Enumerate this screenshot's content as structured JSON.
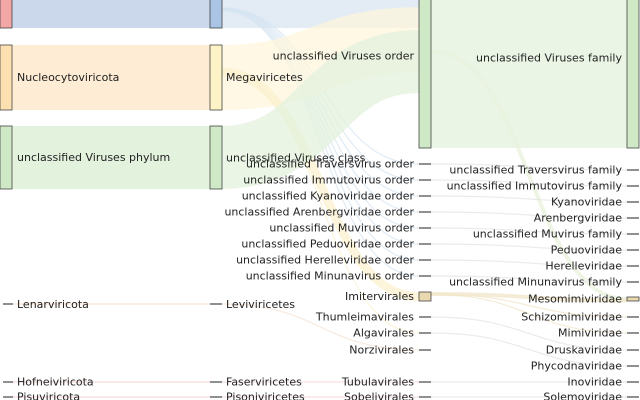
{
  "diagram": {
    "type": "sankey",
    "columns": [
      {
        "nodes": [
          {
            "id": "c0n0",
            "label": "",
            "color": "#f2a6a6"
          },
          {
            "id": "c0n1",
            "label": "Nucleocytoviricota",
            "color": "#fde0b2"
          },
          {
            "id": "c0n2",
            "label": "unclassified Viruses phylum",
            "color": "#cfe9c6"
          },
          {
            "id": "c0n3",
            "label": "Lenarviricota",
            "color": "#f4c7a6"
          },
          {
            "id": "c0n4",
            "label": "Hofneiviricota",
            "color": "#f2b3b3"
          },
          {
            "id": "c0n5",
            "label": "Pisuviricota",
            "color": "#f2b3b3"
          }
        ]
      },
      {
        "nodes": [
          {
            "id": "c1n0",
            "label": "",
            "color": "#a9c4e4"
          },
          {
            "id": "c1n1",
            "label": "Megaviricetes",
            "color": "#fdf3c6"
          },
          {
            "id": "c1n2",
            "label": "unclassified Viruses class",
            "color": "#cfe9c6"
          },
          {
            "id": "c1n3",
            "label": "Leviviricetes",
            "color": "#f4c7a6"
          },
          {
            "id": "c1n4",
            "label": "Faserviricetes",
            "color": "#f2b3b3"
          },
          {
            "id": "c1n5",
            "label": "Pisoniviricetes",
            "color": "#f2b3b3"
          }
        ]
      },
      {
        "nodes": [
          {
            "id": "c2n0",
            "label": "unclassified Viruses order",
            "color": "#cfe9c6"
          },
          {
            "id": "c2n1",
            "label": "unclassified Traversvirus order",
            "color": "#cccccc"
          },
          {
            "id": "c2n2",
            "label": "unclassified Immutovirus order",
            "color": "#cccccc"
          },
          {
            "id": "c2n3",
            "label": "unclassified Kyanoviridae order",
            "color": "#cccccc"
          },
          {
            "id": "c2n4",
            "label": "unclassified Arenbergviridae order",
            "color": "#cccccc"
          },
          {
            "id": "c2n5",
            "label": "unclassified Muvirus order",
            "color": "#cccccc"
          },
          {
            "id": "c2n6",
            "label": "unclassified Peduoviridae order",
            "color": "#cccccc"
          },
          {
            "id": "c2n7",
            "label": "unclassified Herelleviridae order",
            "color": "#cccccc"
          },
          {
            "id": "c2n8",
            "label": "unclassified Minunavirus order",
            "color": "#cccccc"
          },
          {
            "id": "c2n9",
            "label": "Imitervirales",
            "color": "#ead9b0"
          },
          {
            "id": "c2n10",
            "label": "Thumleimavirales",
            "color": "#cccccc"
          },
          {
            "id": "c2n11",
            "label": "Algavirales",
            "color": "#cccccc"
          },
          {
            "id": "c2n12",
            "label": "Norzivirales",
            "color": "#cccccc"
          },
          {
            "id": "c2n13",
            "label": "Tubulavirales",
            "color": "#cccccc"
          },
          {
            "id": "c2n14",
            "label": "Sobelivirales",
            "color": "#cccccc"
          }
        ]
      },
      {
        "nodes": [
          {
            "id": "c3n0",
            "label": "unclassified Viruses family",
            "color": "#cfe9c6"
          },
          {
            "id": "c3n1",
            "label": "unclassified Traversvirus family",
            "color": "#cccccc"
          },
          {
            "id": "c3n2",
            "label": "unclassified Immutovirus family",
            "color": "#cccccc"
          },
          {
            "id": "c3n3",
            "label": "Kyanoviridae",
            "color": "#cccccc"
          },
          {
            "id": "c3n4",
            "label": "Arenbergviridae",
            "color": "#cccccc"
          },
          {
            "id": "c3n5",
            "label": "unclassified Muvirus family",
            "color": "#cccccc"
          },
          {
            "id": "c3n6",
            "label": "Peduoviridae",
            "color": "#cccccc"
          },
          {
            "id": "c3n7",
            "label": "Herelleviridae",
            "color": "#cccccc"
          },
          {
            "id": "c3n8",
            "label": "unclassified Minunavirus family",
            "color": "#cccccc"
          },
          {
            "id": "c3n9",
            "label": "Mesomimiviridae",
            "color": "#ead9b0"
          },
          {
            "id": "c3n10",
            "label": "Schizomimiviridae",
            "color": "#cccccc"
          },
          {
            "id": "c3n11",
            "label": "Mimiviridae",
            "color": "#cccccc"
          },
          {
            "id": "c3n12",
            "label": "Druskaviridae",
            "color": "#cccccc"
          },
          {
            "id": "c3n13",
            "label": "Phycodnaviridae",
            "color": "#cccccc"
          },
          {
            "id": "c3n14",
            "label": "Inoviridae",
            "color": "#cccccc"
          },
          {
            "id": "c3n15",
            "label": "Solemoviridae",
            "color": "#cccccc"
          }
        ]
      }
    ],
    "links": [
      {
        "from": "c0n0",
        "to": "c1n0",
        "color": "#b9cbe6"
      },
      {
        "from": "c0n1",
        "to": "c1n1",
        "color": "#fde7c6"
      },
      {
        "from": "c0n2",
        "to": "c1n2",
        "color": "#d9eed2"
      },
      {
        "from": "c0n3",
        "to": "c1n3",
        "color": "#f6dcc8"
      },
      {
        "from": "c0n4",
        "to": "c1n4",
        "color": "#f3cccc"
      },
      {
        "from": "c0n5",
        "to": "c1n5",
        "color": "#f3cccc"
      },
      {
        "from": "c1n0",
        "to": "c2n0",
        "color": "#d9e6f2"
      },
      {
        "from": "c1n0",
        "to": "c2n1",
        "color": "#d6e4f2"
      },
      {
        "from": "c1n0",
        "to": "c2n2",
        "color": "#d6e4f2"
      },
      {
        "from": "c1n0",
        "to": "c2n3",
        "color": "#d6e4f2"
      },
      {
        "from": "c1n0",
        "to": "c2n4",
        "color": "#d6e4f2"
      },
      {
        "from": "c1n0",
        "to": "c2n5",
        "color": "#d6e4f2"
      },
      {
        "from": "c1n0",
        "to": "c2n6",
        "color": "#d6e4f2"
      },
      {
        "from": "c1n0",
        "to": "c2n7",
        "color": "#d6e4f2"
      },
      {
        "from": "c1n0",
        "to": "c2n8",
        "color": "#d6e4f2"
      },
      {
        "from": "c1n1",
        "to": "c2n0",
        "color": "#fdf6dc"
      },
      {
        "from": "c1n1",
        "to": "c2n9",
        "color": "#fbf1cf"
      },
      {
        "from": "c1n1",
        "to": "c2n11",
        "color": "#fbf1cf"
      },
      {
        "from": "c1n2",
        "to": "c2n0",
        "color": "#e3f1dc"
      },
      {
        "from": "c1n3",
        "to": "c2n12",
        "color": "#f6e2d2"
      },
      {
        "from": "c1n4",
        "to": "c2n13",
        "color": "#f3d6d6"
      },
      {
        "from": "c1n5",
        "to": "c2n14",
        "color": "#f3d6d6"
      },
      {
        "from": "c2n0",
        "to": "c3n0",
        "color": "#e3f1dc"
      },
      {
        "from": "c2n0",
        "to": "c3n9",
        "color": "#e8f2dc"
      },
      {
        "from": "c2n1",
        "to": "c3n1",
        "color": "#e4e4e4"
      },
      {
        "from": "c2n2",
        "to": "c3n2",
        "color": "#e4e4e4"
      },
      {
        "from": "c2n3",
        "to": "c3n3",
        "color": "#e4e4e4"
      },
      {
        "from": "c2n4",
        "to": "c3n4",
        "color": "#e4e4e4"
      },
      {
        "from": "c2n5",
        "to": "c3n5",
        "color": "#e4e4e4"
      },
      {
        "from": "c2n6",
        "to": "c3n6",
        "color": "#e4e4e4"
      },
      {
        "from": "c2n7",
        "to": "c3n7",
        "color": "#e4e4e4"
      },
      {
        "from": "c2n8",
        "to": "c3n8",
        "color": "#e4e4e4"
      },
      {
        "from": "c2n9",
        "to": "c3n9",
        "color": "#f0e6c8"
      },
      {
        "from": "c2n9",
        "to": "c3n10",
        "color": "#f0e6c8"
      },
      {
        "from": "c2n9",
        "to": "c3n11",
        "color": "#f0e6c8"
      },
      {
        "from": "c2n10",
        "to": "c3n12",
        "color": "#e4e4e4"
      },
      {
        "from": "c2n11",
        "to": "c3n13",
        "color": "#e4e4e4"
      },
      {
        "from": "c2n13",
        "to": "c3n14",
        "color": "#e4e4e4"
      },
      {
        "from": "c2n14",
        "to": "c3n15",
        "color": "#e4e4e4"
      }
    ]
  }
}
